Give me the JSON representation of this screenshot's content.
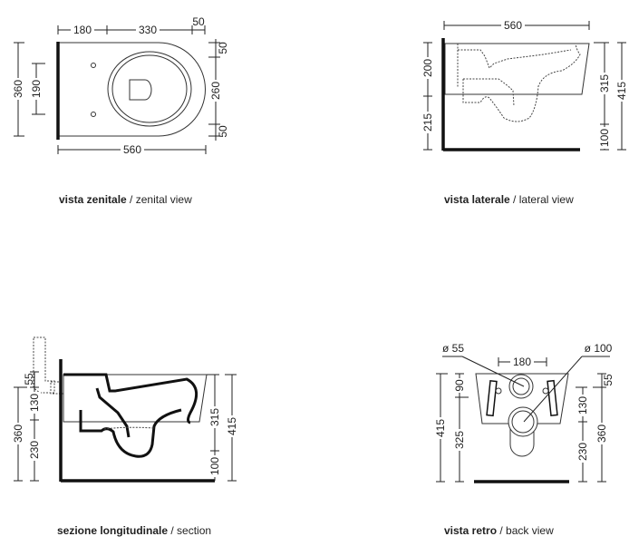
{
  "views": {
    "zenital": {
      "caption_it": "vista zenitale",
      "caption_sep": " / ",
      "caption_en": "zenital view",
      "dims": {
        "top_left": "180",
        "top_mid": "330",
        "top_right": "50",
        "left_outer": "360",
        "left_inner": "190",
        "right_top": "50",
        "right_mid": "260",
        "right_bottom": "50",
        "bottom": "560"
      }
    },
    "lateral": {
      "caption_it": "vista laterale",
      "caption_sep": " / ",
      "caption_en": "lateral view",
      "dims": {
        "top": "560",
        "left_upper": "200",
        "left_lower": "215",
        "right_inner_upper": "315",
        "right_inner_lower": "100",
        "right_outer": "415"
      }
    },
    "section": {
      "caption_it": "sezione longitudinale",
      "caption_sep": " / ",
      "caption_en": "section",
      "dims": {
        "left_55": "55",
        "left_130": "130",
        "left_230": "230",
        "left_360": "360",
        "right_315": "315",
        "right_100": "100",
        "right_415": "415"
      }
    },
    "back": {
      "caption_it": "vista retro",
      "caption_sep": " / ",
      "caption_en": "back view",
      "dims": {
        "phi_small": "ø 55",
        "phi_large": "ø 100",
        "top": "180",
        "left_415": "415",
        "left_90": "90",
        "left_325": "325",
        "right_55": "55",
        "right_130": "130",
        "right_230": "230",
        "right_360": "360"
      }
    }
  }
}
